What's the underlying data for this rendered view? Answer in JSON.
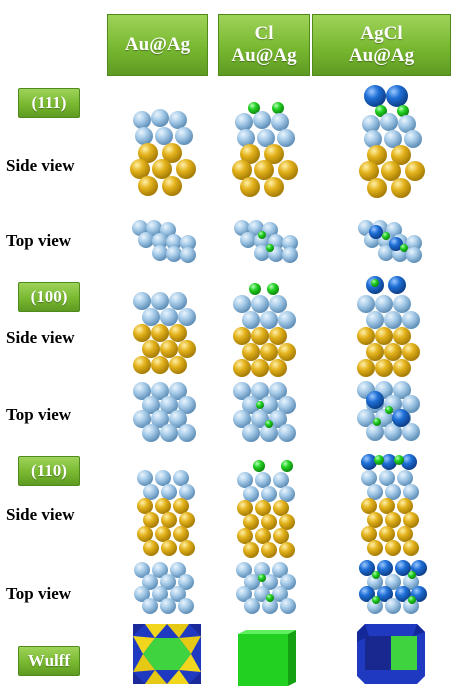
{
  "columns": [
    {
      "line1": "",
      "line2": "Au@Ag"
    },
    {
      "line1": "Cl",
      "line2": "Au@Ag"
    },
    {
      "line1": "AgCl",
      "line2": "Au@Ag"
    }
  ],
  "facets": {
    "f111": "(111)",
    "f100": "(100)",
    "f110": "(110)",
    "wulff": "Wulff"
  },
  "row_labels": {
    "side": "Side view",
    "top": "Top view"
  },
  "colors": {
    "au": "#e3b21b",
    "ag": "#a9cdea",
    "cl": "#22d022",
    "agcl_ag": "#1e6fd6",
    "header_green": "#78b830"
  }
}
